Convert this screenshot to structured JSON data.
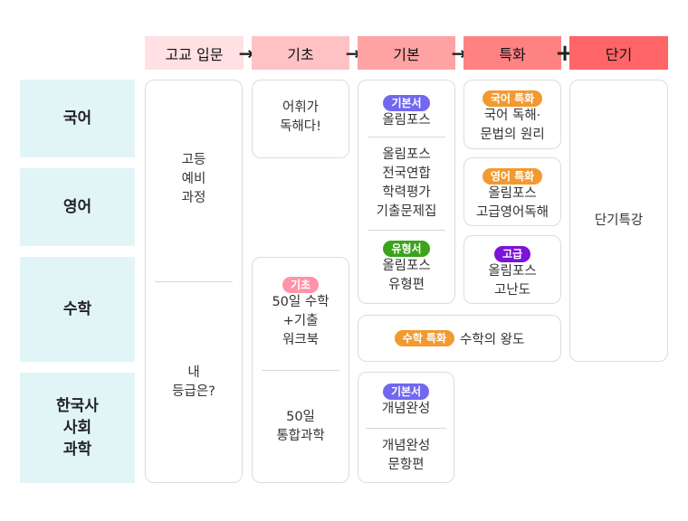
{
  "header": {
    "stages": [
      "고교 입문",
      "기초",
      "기본",
      "특화",
      "단기"
    ],
    "arrows": [
      "→",
      "→",
      "→"
    ],
    "plus": "+"
  },
  "colors": {
    "stage": [
      "#ffe0e3",
      "#ffc2c4",
      "#ffa2a3",
      "#ff8283",
      "#ff6466"
    ],
    "basic": "#7268ef",
    "type": "#3ca31c",
    "special": "#f29a30",
    "advanced": "#7d12d8",
    "intro": "#ff93a8"
  },
  "subjects": [
    "국어",
    "영어",
    "수학",
    "한국사\n사회\n과학"
  ],
  "col1": {
    "top": "고등\n예비\n과정",
    "bottom": "내\n등급은?"
  },
  "col2": {
    "card1": "어휘가\n독해다!",
    "badge": "기초",
    "card2a": "50일 수학\n+기출\n워크북",
    "card2b": "50일\n통합과학"
  },
  "col3": {
    "badge1": "기본서",
    "t1": "올림포스",
    "t2": "올림포스\n전국연합\n학력평가\n기출문제집",
    "badge2": "유형서",
    "t3": "올림포스\n유형편"
  },
  "col4": {
    "b1": "국어 특화",
    "t1": "국어 독해·\n문법의 원리",
    "b2": "영어 특화",
    "t2": "올림포스\n고급영어독해",
    "b3": "고급",
    "t3": "올림포스\n고난도"
  },
  "math": {
    "badge": "수학 특화",
    "text": "수학의 왕도"
  },
  "col3b": {
    "badge": "기본서",
    "t1": "개념완성",
    "t2": "개념완성\n문항편"
  },
  "col5": {
    "text": "단기특강"
  }
}
